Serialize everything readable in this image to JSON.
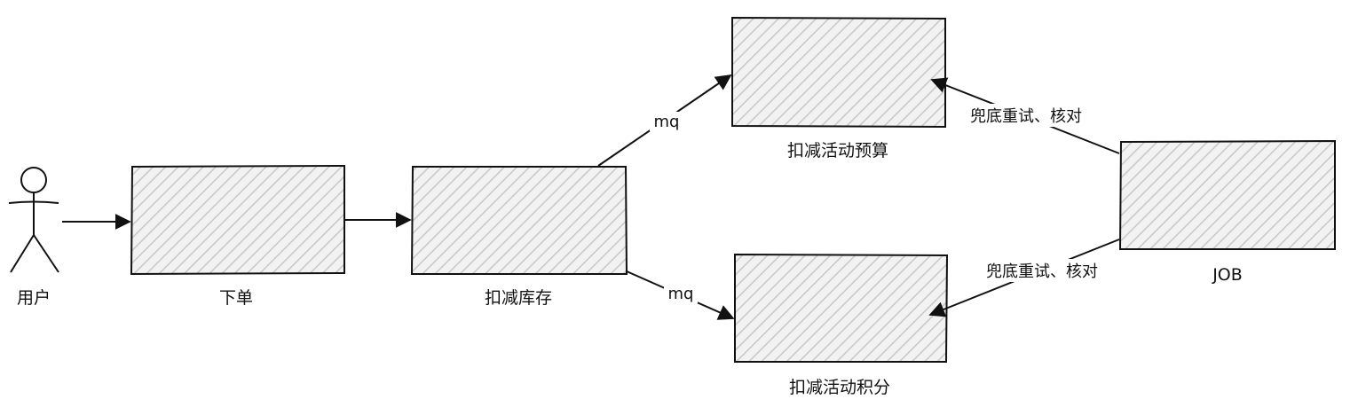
{
  "actor": {
    "label": "用户",
    "icon": "stick-figure-icon"
  },
  "nodes": {
    "place_order": {
      "label": "下单"
    },
    "deduct_stock": {
      "label": "扣减库存"
    },
    "deduct_budget": {
      "label": "扣减活动预算"
    },
    "deduct_points": {
      "label": "扣减活动积分"
    },
    "job": {
      "label": "JOB"
    }
  },
  "edges": {
    "to_budget": "mq",
    "to_points": "mq",
    "job_to_budget": "兜底重试、核对",
    "job_to_points": "兜底重试、核对"
  },
  "colors": {
    "stroke": "#111111",
    "box_fill": "#f2f2f2",
    "hatch": "#bdbdbd"
  }
}
